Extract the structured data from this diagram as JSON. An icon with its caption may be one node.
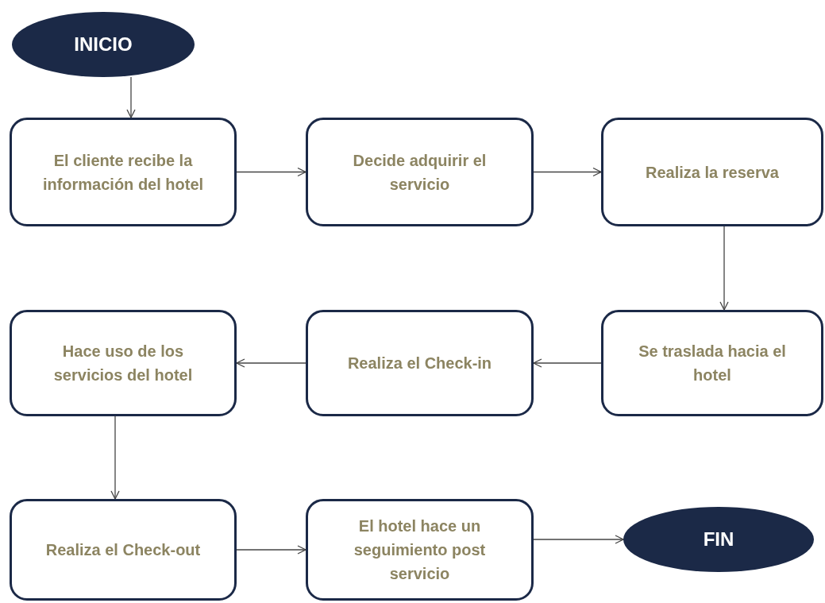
{
  "diagram": {
    "nodes": [
      {
        "text": [
          "INICIO"
        ]
      },
      {
        "text": [
          "El cliente recibe la información del hotel"
        ]
      },
      {
        "text": [
          "Decide adquirir el servicio"
        ]
      },
      {
        "text": [
          "Realiza la reserva"
        ]
      },
      {
        "text": [
          "Se traslada hacia el hotel"
        ]
      },
      {
        "text": [
          "Realiza el Check-in"
        ]
      },
      {
        "text": [
          "Hace uso de los servicios del hotel"
        ]
      },
      {
        "text": [
          "Realiza el Check-out"
        ]
      },
      {
        "text": [
          "El hotel hace un seguimiento post servicio"
        ]
      },
      {
        "text": [
          "FIN"
        ]
      }
    ],
    "edges": [
      {
        "from": 0,
        "to": 1,
        "arrow": "to"
      },
      {
        "from": 1,
        "to": 2,
        "arrow": "to"
      },
      {
        "from": 2,
        "to": 3,
        "arrow": "to"
      },
      {
        "from": 3,
        "to": 4,
        "arrow": "to"
      },
      {
        "from": 4,
        "to": 5,
        "arrow": "to"
      },
      {
        "from": 5,
        "to": 6,
        "arrow": "to"
      },
      {
        "from": 6,
        "to": 7,
        "arrow": "to"
      },
      {
        "from": 7,
        "to": 8,
        "arrow": "to"
      },
      {
        "from": 8,
        "to": 9,
        "arrow": "to"
      }
    ]
  }
}
